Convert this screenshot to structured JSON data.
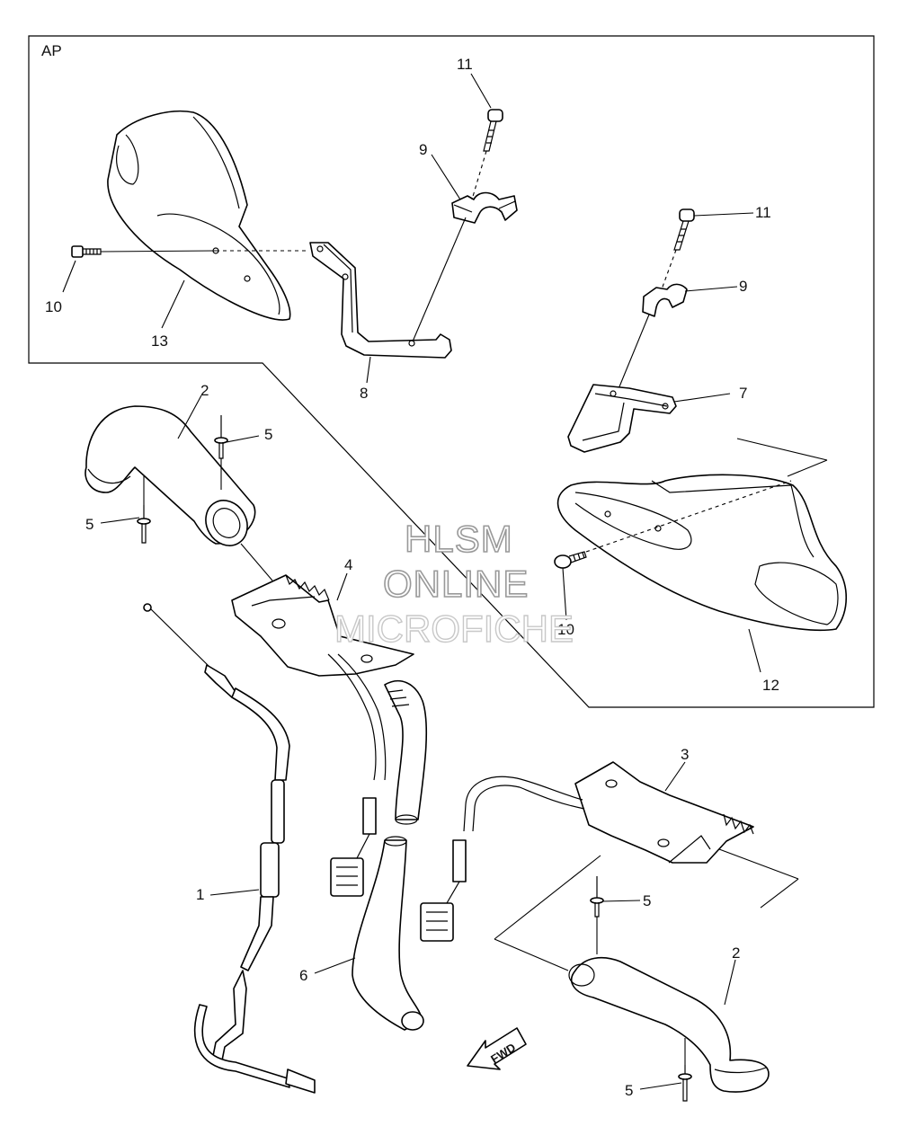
{
  "box_label": "AP",
  "callouts": {
    "c1": "1",
    "c2a": "2",
    "c2b": "2",
    "c3": "3",
    "c4": "4",
    "c5a": "5",
    "c5b": "5",
    "c5c": "5",
    "c5d": "5",
    "c6": "6",
    "c7": "7",
    "c8": "8",
    "c9a": "9",
    "c9b": "9",
    "c10a": "10",
    "c10b": "10",
    "c11a": "11",
    "c11b": "11",
    "c12": "12",
    "c13": "13"
  },
  "watermark": {
    "line1": "HLSM",
    "line2": "ONLINE",
    "line3": "MICROFICHE"
  },
  "direction_arrow": "FWD"
}
